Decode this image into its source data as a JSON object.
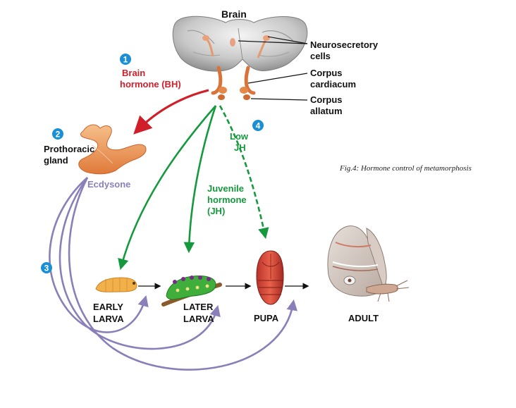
{
  "colors": {
    "brain_hormone": "#d11f2a",
    "juvenile_hormone": "#149a3c",
    "ecdysone": "#8a7fb8",
    "step_badge": "#1a8fd6",
    "label_text": "#111111"
  },
  "labels": {
    "brain": "Brain",
    "neurosecretory_1": "Neurosecretory",
    "neurosecretory_2": "cells",
    "corpus_cardiacum_1": "Corpus",
    "corpus_cardiacum_2": "cardiacum",
    "corpus_allatum_1": "Corpus",
    "corpus_allatum_2": "allatum",
    "brain_hormone_1": "Brain",
    "brain_hormone_2": "hormone (BH)",
    "prothoracic_1": "Prothoracic",
    "prothoracic_2": "gland",
    "ecdysone": "Ecdysone",
    "low_jh_1": "Low",
    "low_jh_2": "JH",
    "juvenile_1": "Juvenile",
    "juvenile_2": "hormone",
    "juvenile_3": "(JH)",
    "early_larva_1": "EARLY",
    "early_larva_2": "LARVA",
    "later_larva_1": "LATER",
    "later_larva_2": "LARVA",
    "pupa": "PUPA",
    "adult": "ADULT"
  },
  "steps": [
    "1",
    "2",
    "3",
    "4"
  ],
  "caption": "Fig.4: Hormone control of metamorphosis",
  "icons": [
    "brain-illustration",
    "prothoracic-gland-illustration",
    "early-larva-icon",
    "later-larva-icon",
    "pupa-icon",
    "adult-moth-icon"
  ]
}
